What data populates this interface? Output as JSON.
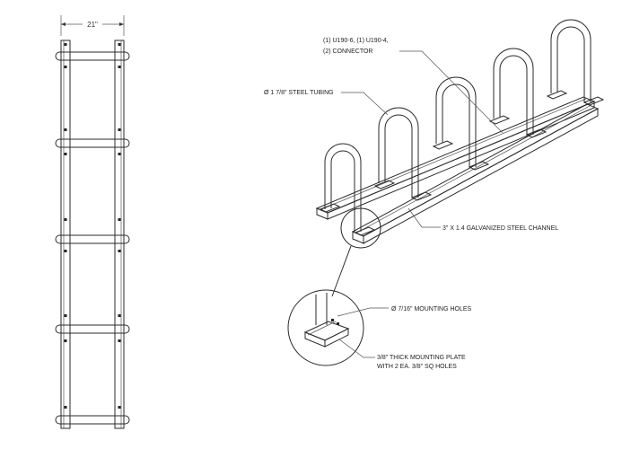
{
  "plan_view": {
    "width_dimension": "21\""
  },
  "callouts": {
    "connector_line1": "(1) U190-6, (1) U190-4,",
    "connector_line2": "(2) CONNECTOR",
    "tubing": "Ø 1 7/8\" STEEL TUBING",
    "channel": "3\" X 1.4 GALVANIZED STEEL CHANNEL",
    "mounting_holes": "Ø 7/16\" MOUNTING HOLES",
    "plate_line1": "3/8\" THICK MOUNTING PLATE",
    "plate_line2": "WITH 2 EA. 3/8\" SQ HOLES"
  }
}
